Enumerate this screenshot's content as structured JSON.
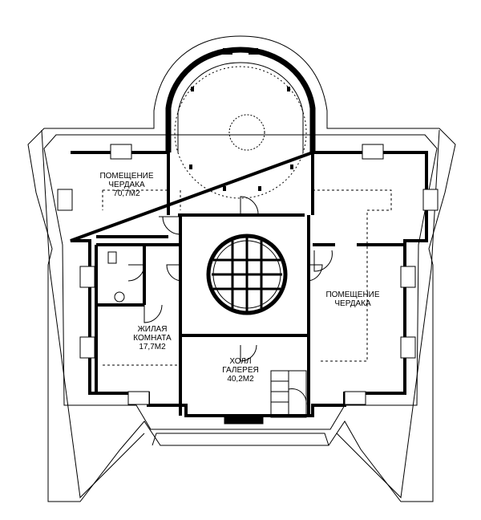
{
  "plan": {
    "rooms": [
      {
        "id": "attic-left",
        "line1": "ПОМЕЩЕНИЕ",
        "line2": "ЧЕРДАКА",
        "area": "70,7М2"
      },
      {
        "id": "attic-right",
        "line1": "ПОМЕЩЕНИЕ",
        "line2": "ЧЕРДАКА",
        "area": ""
      },
      {
        "id": "living",
        "line1": "ЖИЛАЯ",
        "line2": "КОМНАТА",
        "area": "17,7М2"
      },
      {
        "id": "hall",
        "line1": "ХОЛЛ",
        "line2": "ГАЛЕРЕЯ",
        "area": "40,2М2"
      }
    ]
  }
}
